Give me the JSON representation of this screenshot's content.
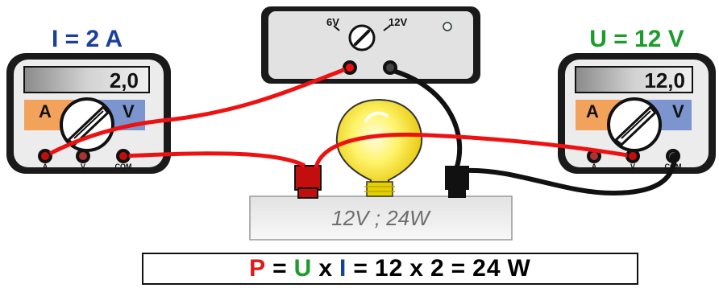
{
  "ammeter": {
    "title": "I = 2 A",
    "display": "2,0",
    "mode_a": "A",
    "mode_v": "V",
    "jack_a": "A",
    "jack_v": "V",
    "jack_com": "COM"
  },
  "voltmeter": {
    "title": "U = 12 V",
    "display": "12,0",
    "mode_a": "A",
    "mode_v": "V",
    "jack_a": "A",
    "jack_v": "V",
    "jack_com": "COM"
  },
  "power_supply": {
    "setting_low": "6V",
    "setting_high": "12V"
  },
  "lamp": {
    "rating": "12V ; 24W"
  },
  "formula": {
    "p": "P",
    "eq1": "=",
    "u": "U",
    "x1": "x",
    "i": "I",
    "eq2": "=",
    "val_u": "12",
    "x2": "x",
    "val_i": "2",
    "eq3": "=",
    "result": "24",
    "unit": "W"
  },
  "colors": {
    "ammeter_title": "#1a3f9c",
    "voltmeter_title": "#1c9c2c",
    "red_wire": "#ee1111",
    "black_wire": "#111111",
    "mode_a_fill": "#f3a25c",
    "mode_v_fill": "#7c95cf",
    "formula_p": "#e01818",
    "formula_u": "#1c9c2c",
    "formula_i": "#1a3f9c"
  }
}
